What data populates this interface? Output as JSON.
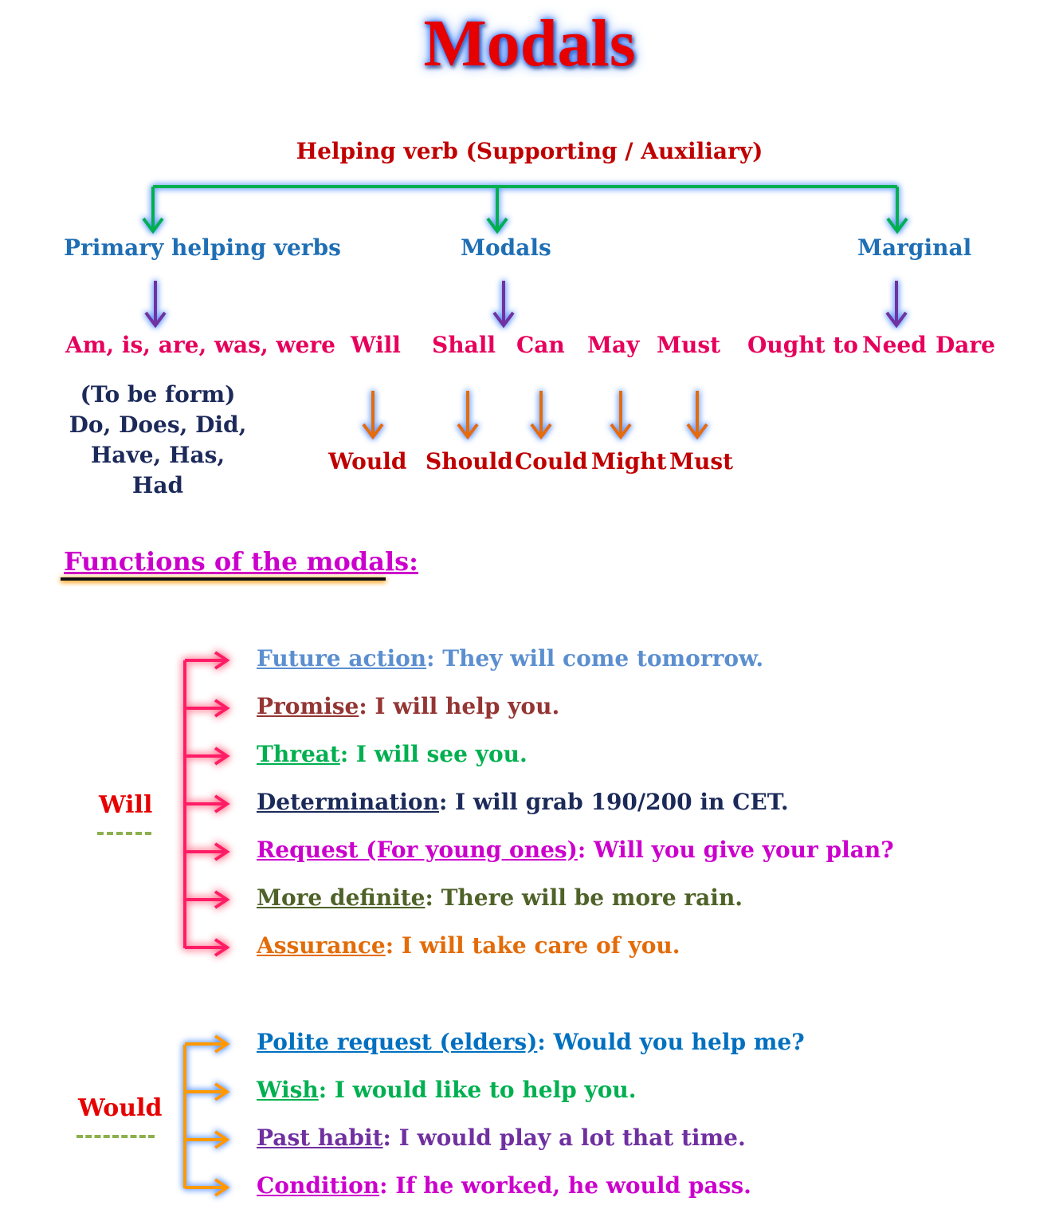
{
  "title": "Modals",
  "tree": {
    "root": "Helping verb (Supporting / Auxiliary)",
    "categories": {
      "primary": "Primary helping verbs",
      "modals": "Modals",
      "marginal": "Marginal"
    },
    "primary_forms": "Am, is, are, was, were",
    "to_be_note": [
      "(To be form)",
      "Do, Does, Did,",
      "Have, Has, Had"
    ],
    "modal_forms": [
      "Will",
      "Shall",
      "Can",
      "May",
      "Must"
    ],
    "marginal_forms": [
      "Ought to",
      "Need",
      "Dare"
    ],
    "past_forms": [
      "Would",
      "Should",
      "Could",
      "Might",
      "Must"
    ]
  },
  "functions_heading": "Functions of the modals:",
  "will": {
    "label": "Will",
    "items": [
      {
        "key": "Future action",
        "text": ": They will come tomorrow.",
        "color": "#5b8fd0"
      },
      {
        "key": "Promise",
        "text": ": I will help you.",
        "color": "#943634"
      },
      {
        "key": "Threat",
        "text": ": I will see you.",
        "color": "#00b050"
      },
      {
        "key": "Determination",
        "text": ": I will grab 190/200 in CET.",
        "color": "#1c2a5a"
      },
      {
        "key": "Request (For young ones)",
        "text": ": Will you give your plan?",
        "color": "#cc00cc"
      },
      {
        "key": "More definite",
        "text": ": There will be more rain.",
        "color": "#4f6228"
      },
      {
        "key": "Assurance",
        "text": ": I will take care of you.",
        "color": "#e36c09"
      }
    ]
  },
  "would": {
    "label": "Would",
    "items": [
      {
        "key": "Polite request (elders)",
        "text": ": Would you help me?",
        "color": "#0070c0"
      },
      {
        "key": "Wish",
        "text": ": I would like to help you.",
        "color": "#00b050"
      },
      {
        "key": "Past habit",
        "text": ": I would play a lot that time.",
        "color": "#7030a0"
      },
      {
        "key": "Condition",
        "text": ": If he worked, he would pass.",
        "color": "#cc00cc"
      }
    ]
  },
  "colors": {
    "title": "#e60000",
    "root": "#c00000",
    "category": "#1f6fb5",
    "branch_line": "#00b050",
    "down_arrow_purple": "#7030a0",
    "down_arrow_orange": "#e36c09",
    "will_bracket": "#ff1a66",
    "would_bracket": "#ff9900"
  }
}
